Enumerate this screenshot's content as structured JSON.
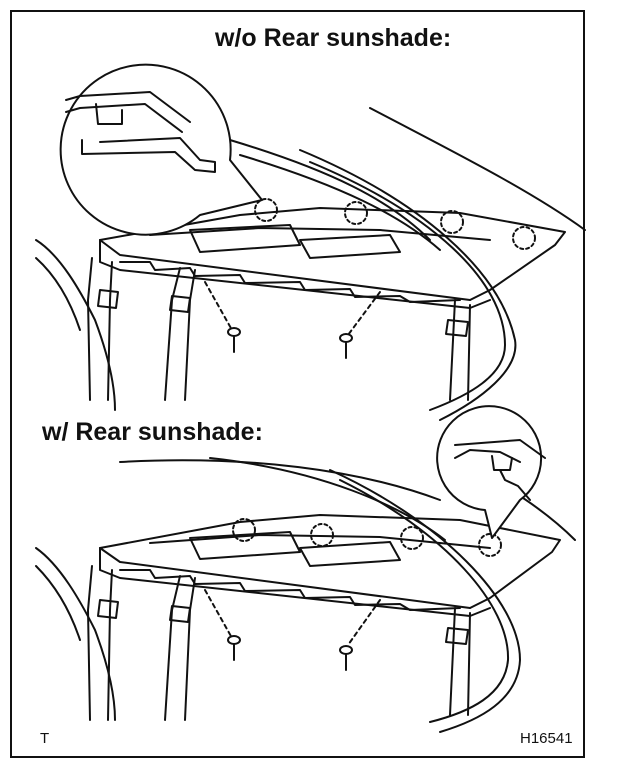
{
  "labels": {
    "section_top": "w/o Rear sunshade:",
    "section_bottom": "w/ Rear sunshade:",
    "corner_code": "T",
    "figure_code": "H16541"
  }
}
